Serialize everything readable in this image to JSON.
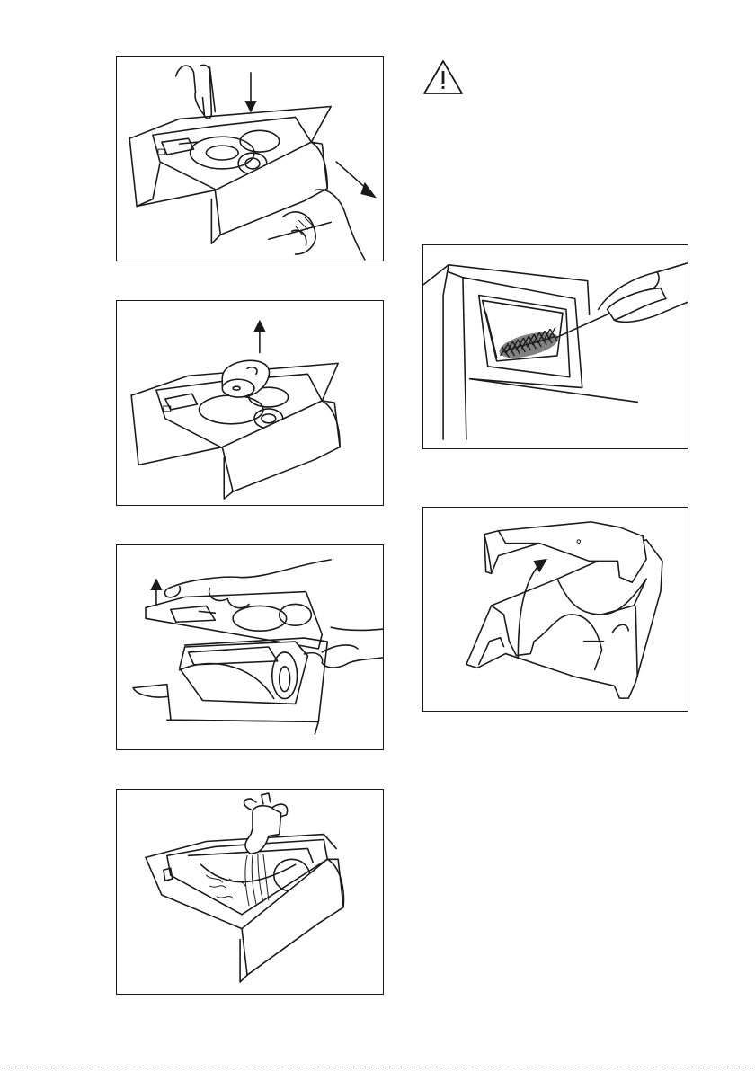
{
  "figures": [
    {
      "id": "fig-1",
      "subject": "drawer-release-push"
    },
    {
      "id": "fig-2",
      "subject": "drawer-insert-remove"
    },
    {
      "id": "fig-3",
      "subject": "drawer-top-lift"
    },
    {
      "id": "fig-4",
      "subject": "drawer-rinse-tap"
    },
    {
      "id": "fig-5",
      "subject": "recess-brush-clean"
    },
    {
      "id": "fig-6",
      "subject": "drawer-flap-open"
    }
  ],
  "icons": {
    "warning": "warning-triangle-icon",
    "arrow_down": "arrow-down-icon",
    "arrow_up": "arrow-up-icon",
    "arrow_diagonal": "arrow-diagonal-icon",
    "arrow_curved": "arrow-curved-icon"
  },
  "colors": {
    "line": "#1a1a1a",
    "background": "#ffffff"
  }
}
